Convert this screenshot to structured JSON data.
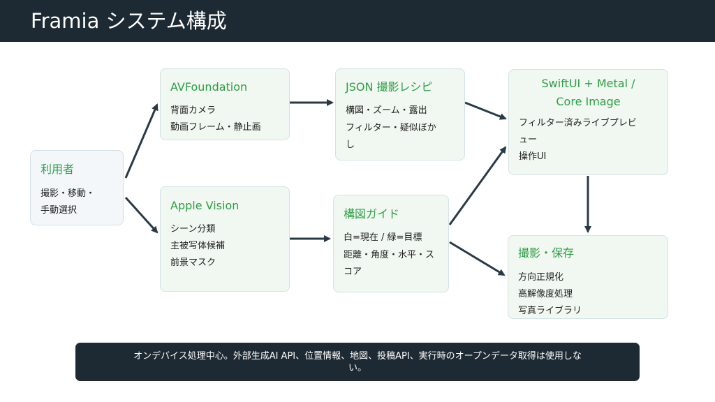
{
  "header": {
    "title": "Framia システム構成"
  },
  "nodes": {
    "user": {
      "title": "利用者",
      "lines": [
        "撮影・移動・",
        "手動選択"
      ]
    },
    "avfoundation": {
      "title": "AVFoundation",
      "lines": [
        "背面カメラ",
        "動画フレーム・静止画"
      ]
    },
    "apple_vision": {
      "title": "Apple Vision",
      "lines": [
        "シーン分類",
        "主被写体候補",
        "前景マスク"
      ]
    },
    "json_recipe": {
      "title": "JSON 撮影レシピ",
      "lines": [
        "構図・ズーム・露出",
        "フィルター・疑似ぼか",
        "し"
      ]
    },
    "guide": {
      "title": "構図ガイド",
      "lines": [
        "白=現在 / 緑=目標",
        "距離・角度・水平・ス",
        "コア"
      ]
    },
    "swiftui": {
      "title_lines": [
        "SwiftUI + Metal /",
        "Core Image"
      ],
      "lines": [
        "フィルター済みライブプレビ",
        "ュー",
        "操作UI"
      ]
    },
    "capture": {
      "title": "撮影・保存",
      "lines": [
        "方向正規化",
        "高解像度処理",
        "写真ライブラリ"
      ]
    }
  },
  "footer": {
    "lines": [
      "オンデバイス処理中心。外部生成AI API、位置情報、地図、投稿API、実行時のオープンデータ取得は使用しな",
      "い。"
    ]
  },
  "colors": {
    "header_bg": "#1e2a33",
    "node_title": "#2e9e48",
    "node_bg": "#f1f7f1",
    "arrow": "#2a3a44"
  }
}
